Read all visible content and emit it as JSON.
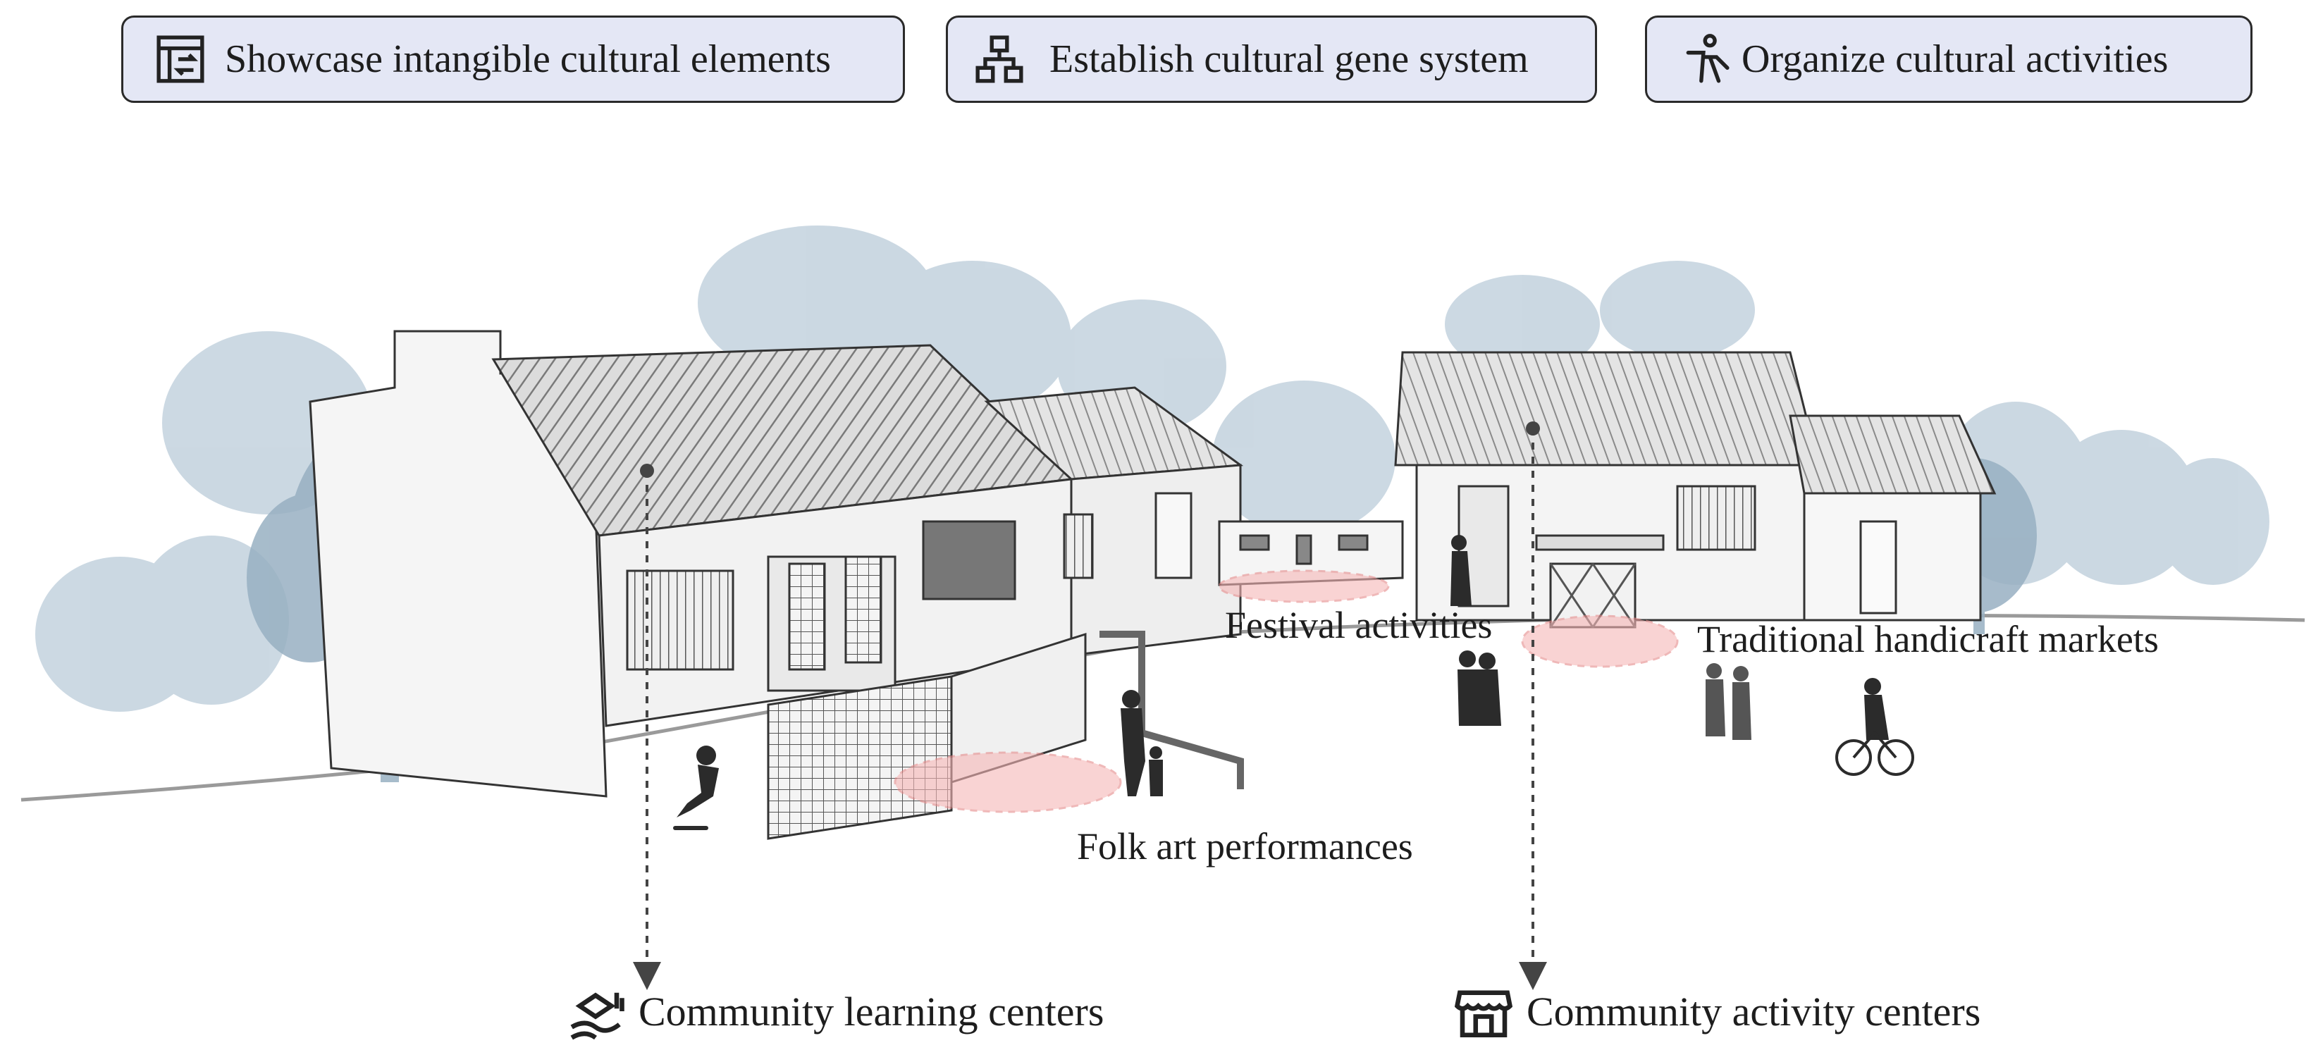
{
  "categories": [
    {
      "label": "Showcase intangible cultural elements",
      "icon": "exchange-panel-icon"
    },
    {
      "label": "Establish cultural gene  system",
      "icon": "hierarchy-icon"
    },
    {
      "label": "Organize  cultural activities",
      "icon": "activity-person-icon"
    }
  ],
  "activities": {
    "festival": "Festival activities",
    "handicraft": "Traditional handicraft markets",
    "folk": "Folk art performances"
  },
  "centers": [
    {
      "label": "Community learning centers",
      "icon": "learning-hands-icon"
    },
    {
      "label": "Community activity centers",
      "icon": "storefront-icon"
    }
  ],
  "colors": {
    "box_fill": "#e4e7f5",
    "tree_blue": "#b7c8d6",
    "tree_dark": "#8aa3b6",
    "highlight_zone": "#f7b8b8",
    "silhouette": "#2b2b2b"
  }
}
